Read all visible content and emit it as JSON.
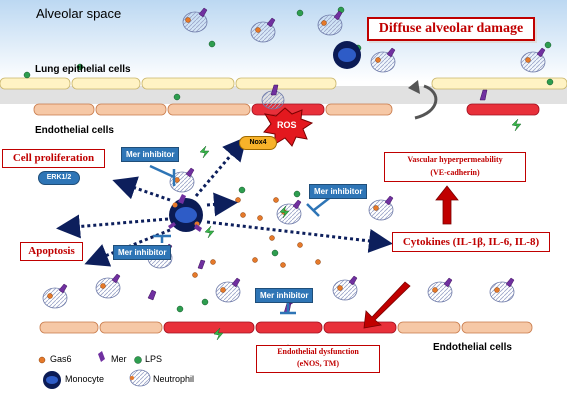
{
  "regions": {
    "alveolar_space": "Alveolar space",
    "lung_epithelial_cells": "Lung epithelial cells",
    "endothelial_cells_top": "Endothelial cells",
    "endothelial_cells_bottom": "Endothelial cells"
  },
  "boxes": {
    "diffuse_alveolar_damage": "Diffuse alveolar damage",
    "cell_proliferation": "Cell proliferation",
    "apoptosis": "Apoptosis",
    "vascular_hyperpermeability_line1": "Vascular hyperpermeability",
    "vascular_hyperpermeability_line2": "(VE-cadherin)",
    "cytokines": "Cytokines (IL-1β, IL-6, IL-8)",
    "endothelial_dysfunction_line1": "Endothelial dysfunction",
    "endothelial_dysfunction_line2": "(eNOS, TM)"
  },
  "labels": {
    "ros": "ROS",
    "nox4": "Nox4",
    "erk": "ERK1/2"
  },
  "inhibitors": [
    "Mer inhibitor",
    "Mer inhibitor",
    "Mer inhibitor",
    "Mer inhibitor"
  ],
  "legend": {
    "gas6": "Gas6",
    "mer": "Mer",
    "lps": "LPS",
    "monocyte": "Monocyte",
    "neutrophil": "Neutrophil"
  },
  "colors": {
    "alveolar_gradient_top": "#bcd8f2",
    "epithelial_cell": "#fff3c4",
    "endothelial_cell": "#f6c8a6",
    "injured_endothelial_cell": "#e8303a",
    "alert_red": "#c00000",
    "inhibitor_blue": "#2e75b6",
    "gas6_orange": "#e5792a",
    "mer_purple": "#7030a0",
    "lps_green": "#2e9e4f",
    "pathway_arrow": "#0d1f5c"
  }
}
